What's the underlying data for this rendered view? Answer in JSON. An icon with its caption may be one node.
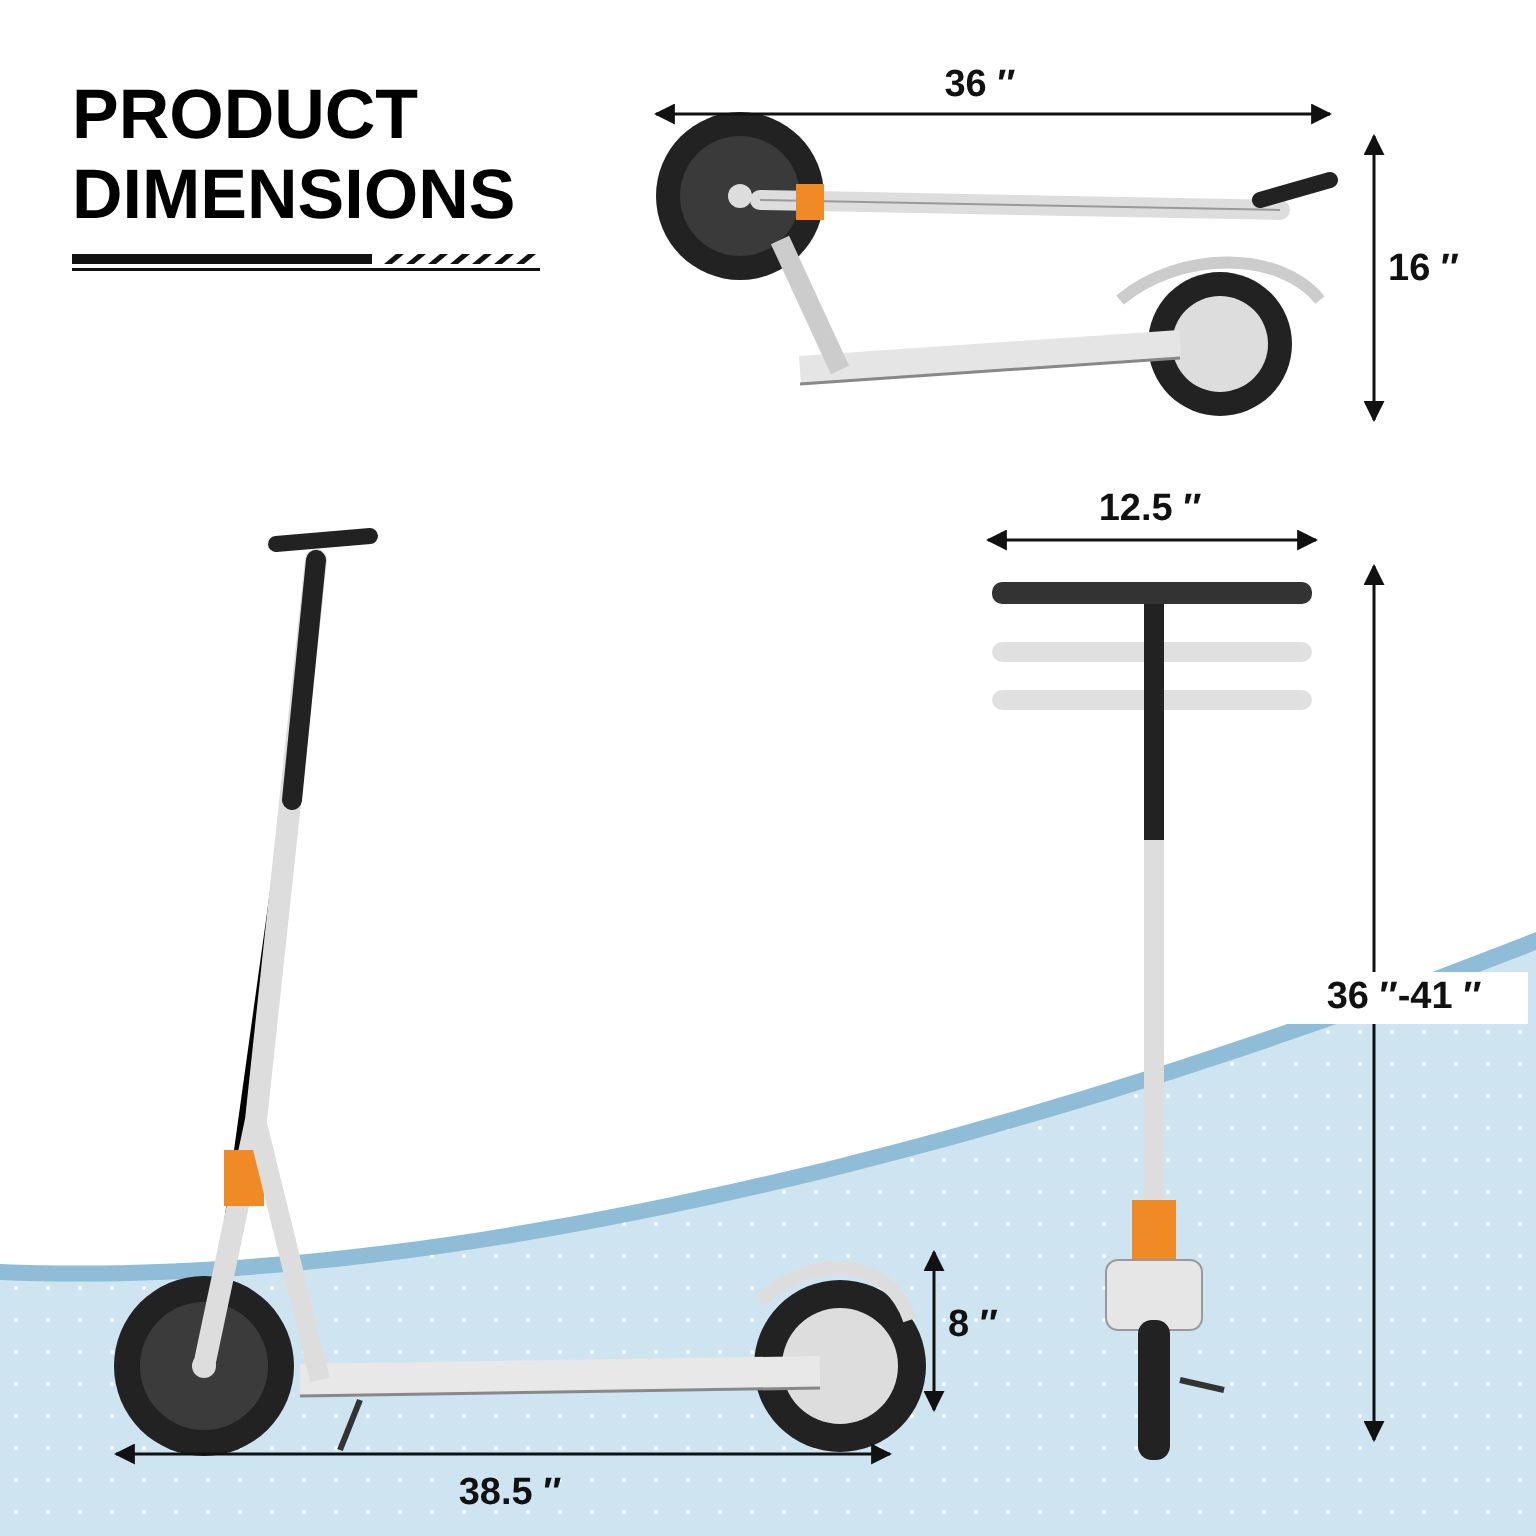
{
  "diagram": {
    "title": "PRODUCT DIMENSIONS",
    "labels": [
      "36 ″",
      "16 ″",
      "12.5 ″",
      "36 ″-41 ″",
      "8 ″",
      "38.5 ″"
    ]
  }
}
